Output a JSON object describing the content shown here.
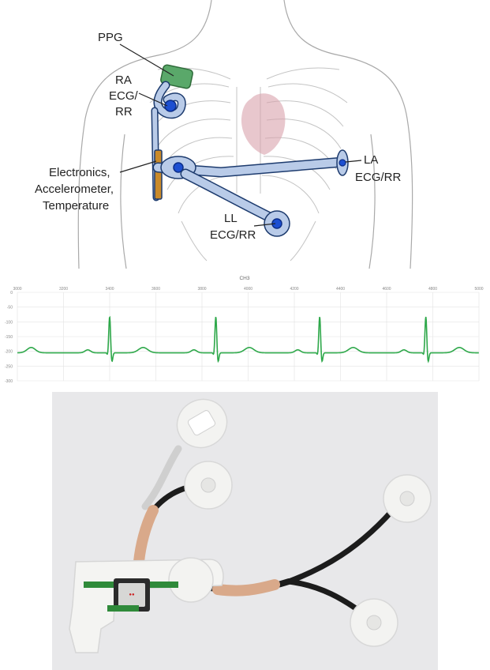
{
  "diagram": {
    "labels": {
      "ppg": "PPG",
      "ra_line1": "RA",
      "ra_line2": "ECG/",
      "ra_line3": "RR",
      "electronics_line1": "Electronics,",
      "electronics_line2": "Accelerometer,",
      "electronics_line3": "Temperature",
      "la_line1": "LA",
      "la_line2": "ECG/RR",
      "ll_line1": "LL",
      "ll_line2": "ECG/RR"
    }
  },
  "chart_data": {
    "type": "line",
    "title": "CH3",
    "x_ticks": [
      3000,
      3200,
      3400,
      3600,
      3800,
      4000,
      4200,
      4400,
      4600,
      4800,
      5000
    ],
    "y_ticks": [
      0,
      -50,
      -100,
      -150,
      -200,
      -250,
      -300
    ],
    "xlim": [
      3000,
      5000
    ],
    "ylim": [
      -300,
      0
    ],
    "grid": true,
    "colors": {
      "trace": "#2ea84a",
      "grid": "#e3e3e3"
    },
    "beats": [
      3400,
      3860,
      4310,
      4770
    ],
    "baseline": -205,
    "r_peak": -80,
    "s_trough": -240,
    "t_wave_peak": -187,
    "p_wave_peak": -195
  },
  "photo": {
    "colors": {
      "background": "#e8e8ea",
      "electrode": "#f3f3f1",
      "cable": "#1c1c1c",
      "sleeve": "#d9a98a",
      "board": "#2f8a3a"
    }
  }
}
